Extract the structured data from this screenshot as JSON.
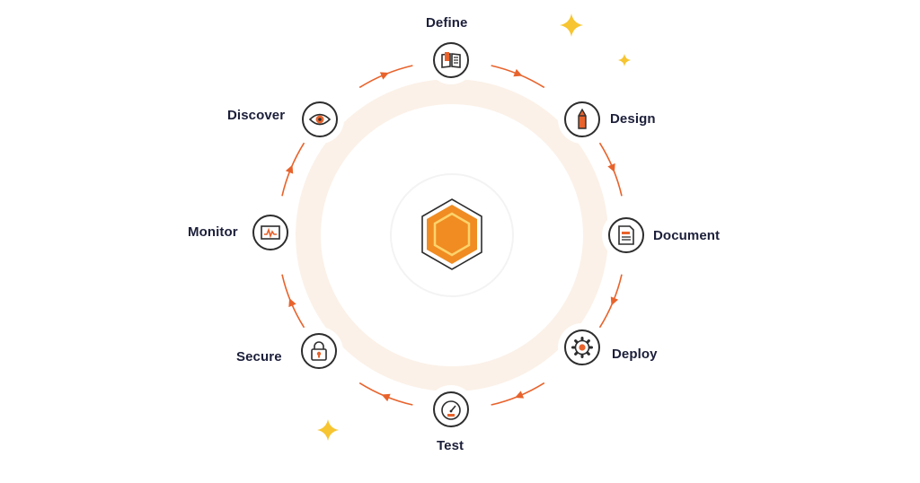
{
  "stages": [
    {
      "id": "define",
      "label": "Define",
      "icon": "book-icon"
    },
    {
      "id": "design",
      "label": "Design",
      "icon": "pencil-icon"
    },
    {
      "id": "document",
      "label": "Document",
      "icon": "document-icon"
    },
    {
      "id": "deploy",
      "label": "Deploy",
      "icon": "gear-icon"
    },
    {
      "id": "test",
      "label": "Test",
      "icon": "speedometer-icon"
    },
    {
      "id": "secure",
      "label": "Secure",
      "icon": "padlock-icon"
    },
    {
      "id": "monitor",
      "label": "Monitor",
      "icon": "monitor-pulse-icon"
    },
    {
      "id": "discover",
      "label": "Discover",
      "icon": "eye-icon"
    }
  ],
  "center": {
    "icon": "hexagon-logo-icon"
  },
  "decorations": {
    "sparkle_icon": "sparkle-icon"
  },
  "colors": {
    "accent": "#e8632c",
    "hexagon_outer": "#f08c22",
    "hexagon_inner": "#f6b03a",
    "ring": "#fbf1e8",
    "sparkle": "#f7c531",
    "text": "#1c1f3a",
    "stroke": "#2d2d2d"
  }
}
